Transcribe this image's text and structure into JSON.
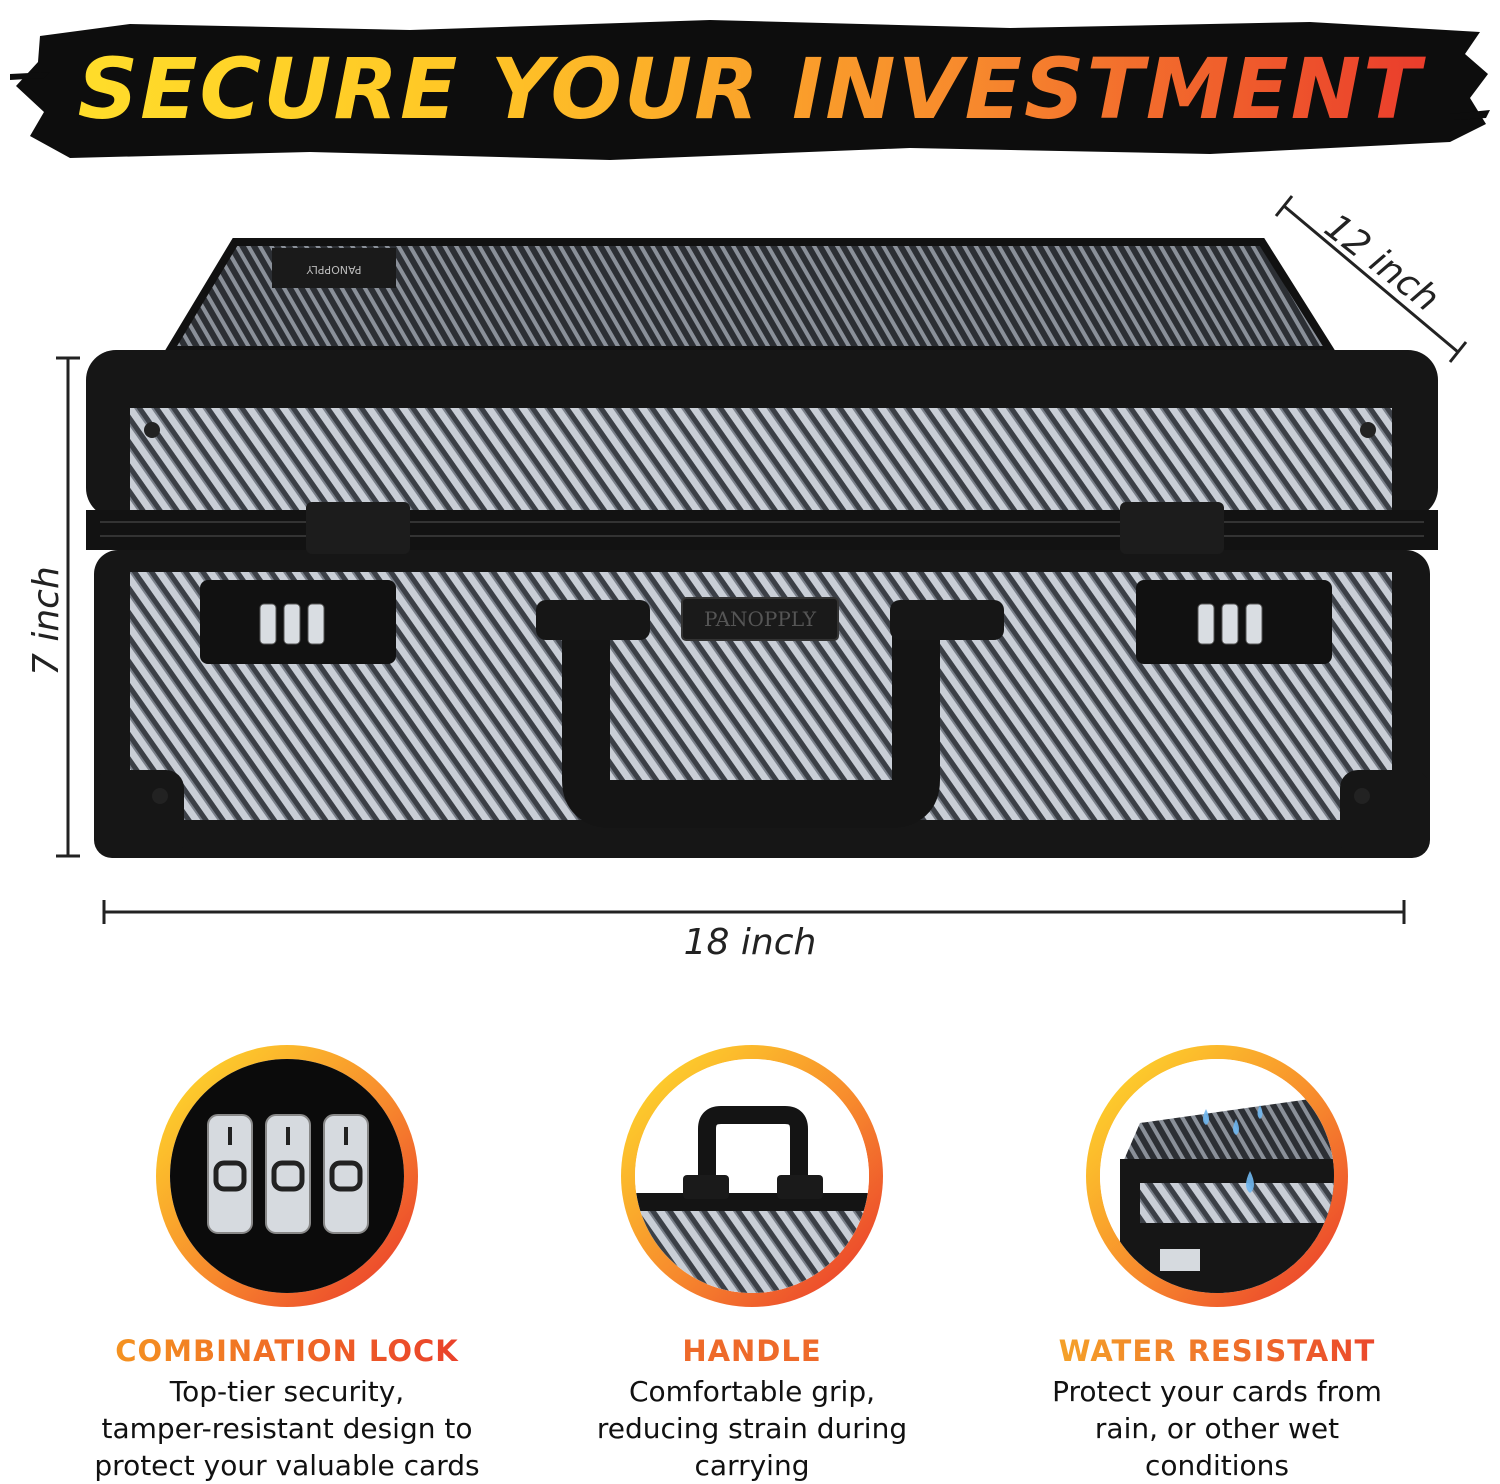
{
  "headline": "SECURE YOUR INVESTMENT",
  "dimensions": {
    "height": "7 inch",
    "width": "18 inch",
    "depth": "12 inch"
  },
  "case": {
    "brand_plate": "PANOPPLY",
    "lid_label": "PANOPPLY"
  },
  "features": [
    {
      "icon": "combination-lock-icon",
      "title": "COMBINATION LOCK",
      "description": "Top-tier security,\ntamper-resistant design to\nprotect your valuable cards"
    },
    {
      "icon": "handle-icon",
      "title": "HANDLE",
      "description": "Comfortable grip,\nreducing strain during\ncarrying"
    },
    {
      "icon": "water-drop-icon",
      "title": "WATER RESISTANT",
      "description": "Protect your cards from\nrain, or other wet\nconditions"
    }
  ],
  "colors": {
    "gradient_start": "#ffe12b",
    "gradient_mid": "#f7892d",
    "gradient_end": "#e8322c",
    "banner": "#0d0d0d",
    "case_frame": "#161616"
  }
}
